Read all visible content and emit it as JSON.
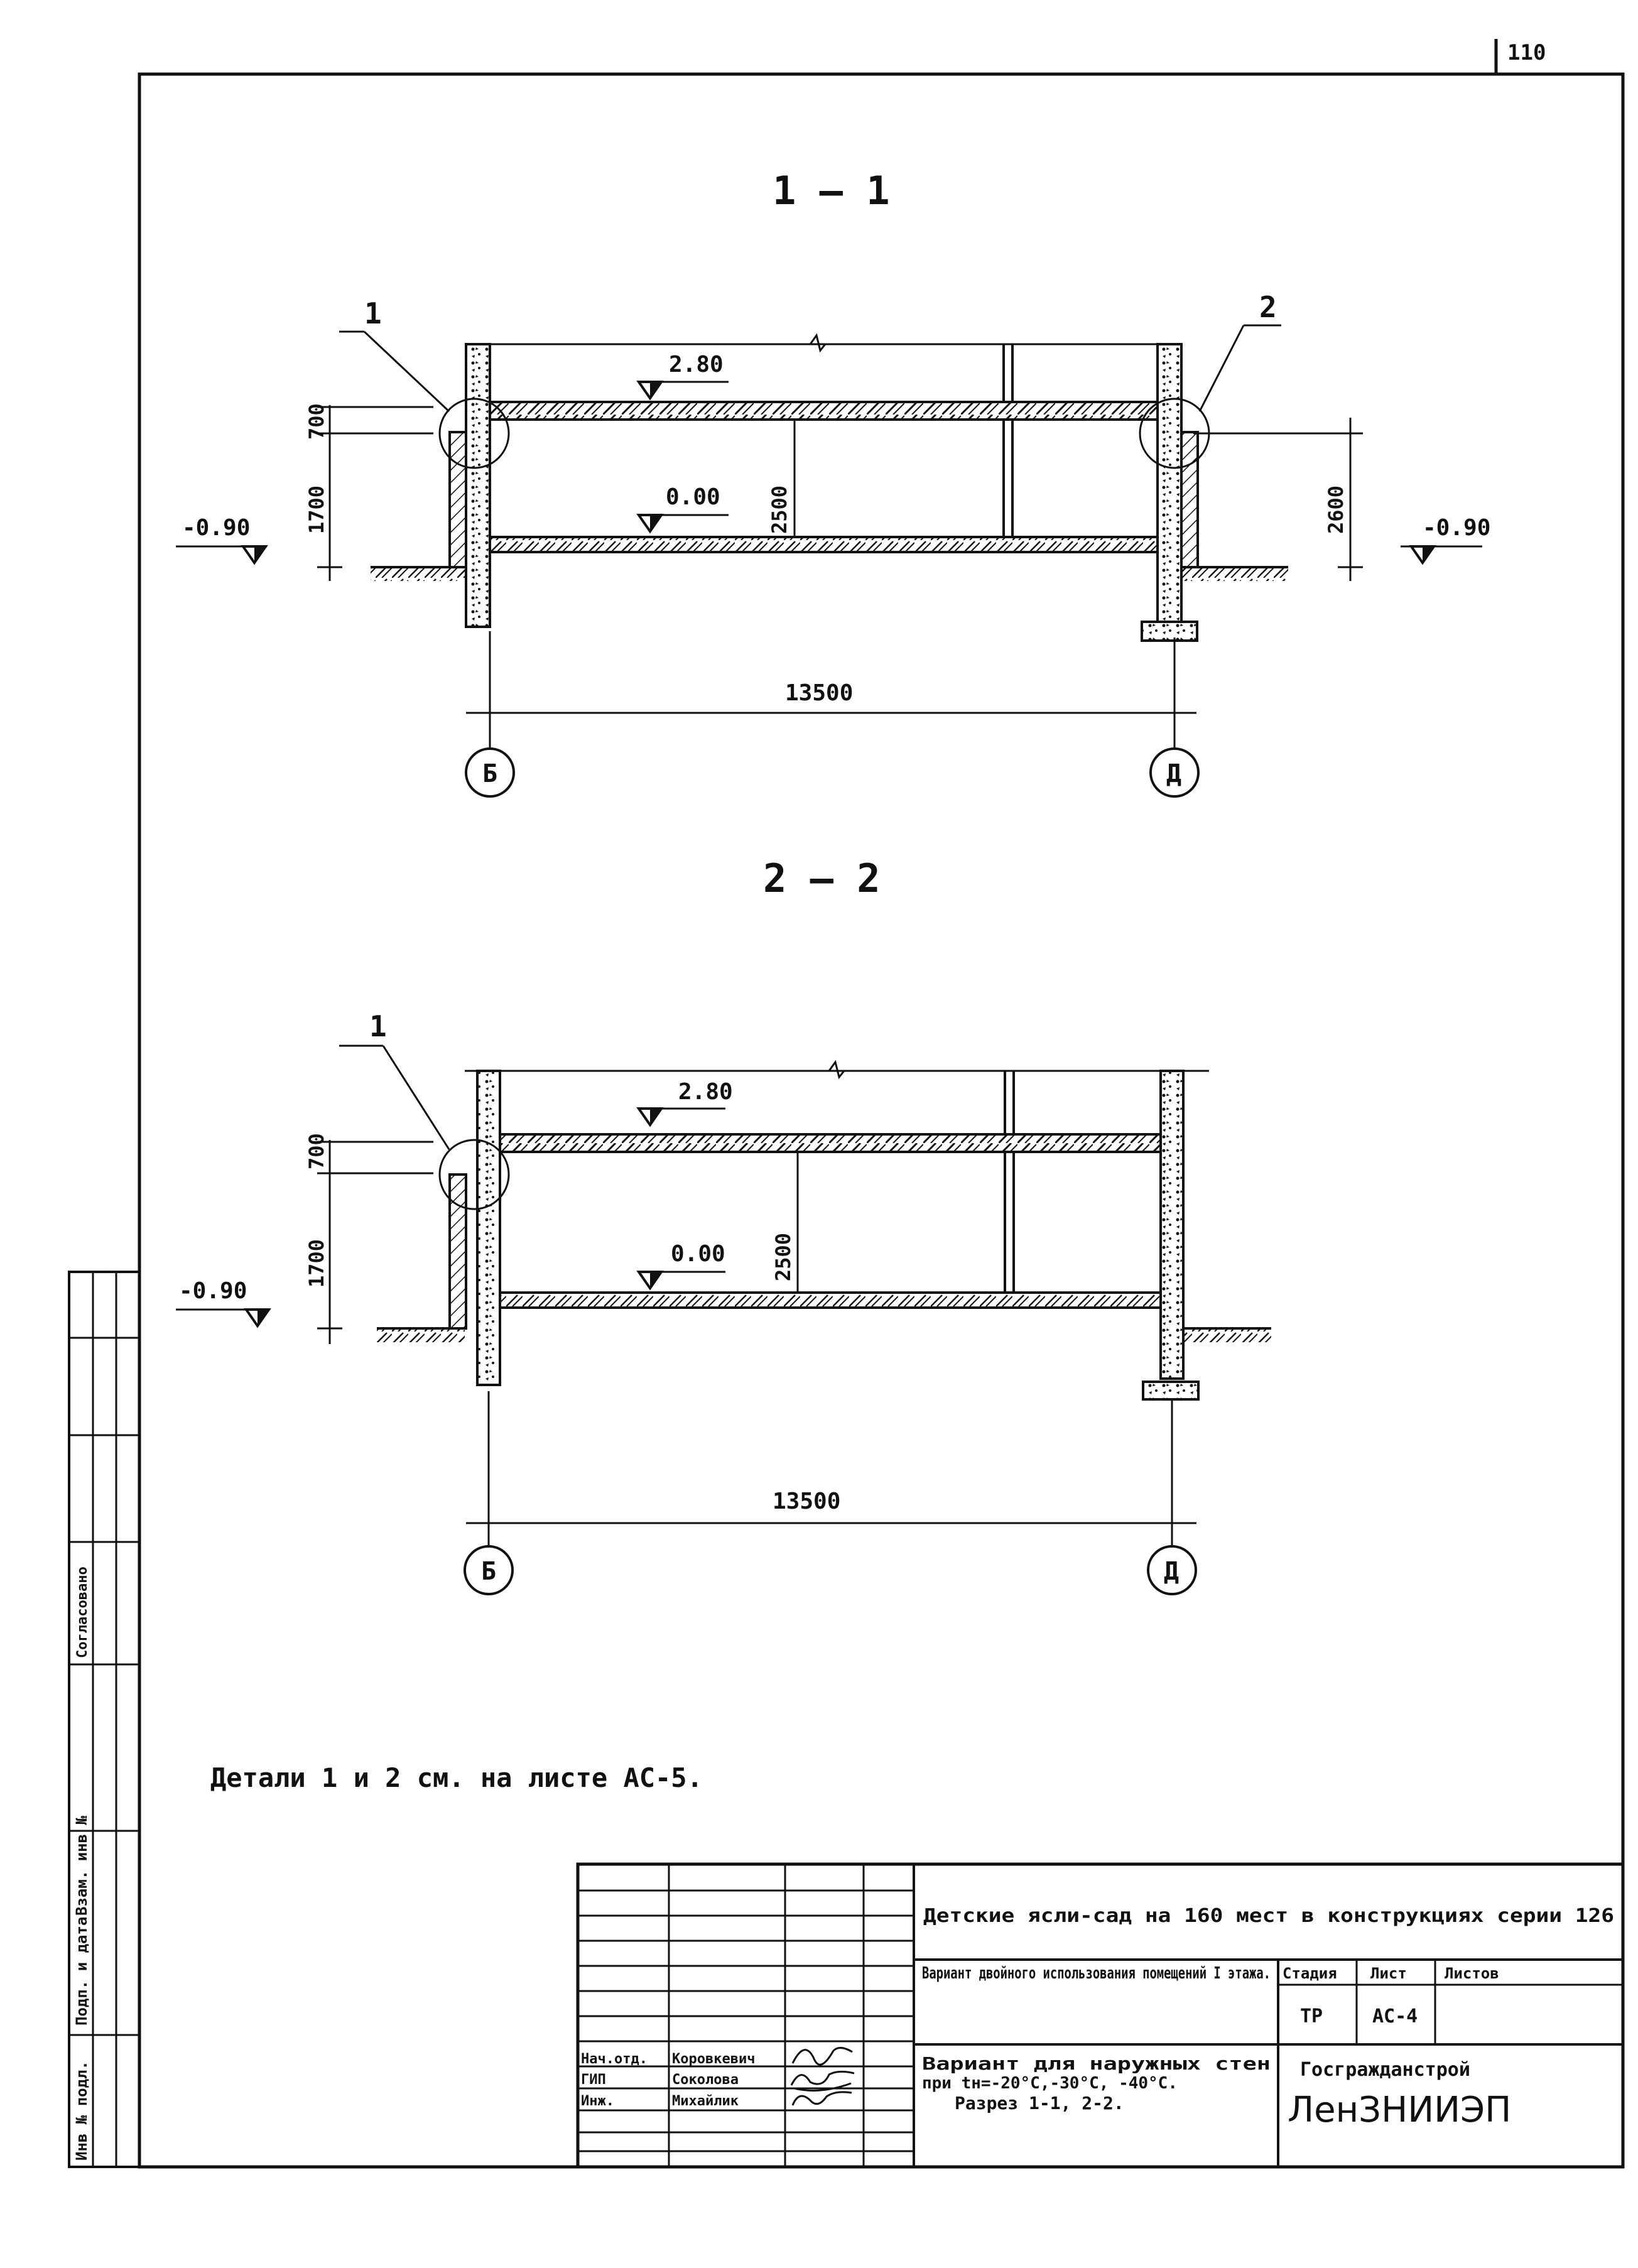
{
  "page_number": "110",
  "section_1": {
    "title": "1 — 1",
    "callout_left": "1",
    "callout_right": "2",
    "level_top": "2.80",
    "level_floor": "0.00",
    "level_ground_left": "-0.90",
    "level_ground_right": "-0.90",
    "dim_700": "700",
    "dim_1700": "1700",
    "dim_2500": "2500",
    "dim_2600": "2600",
    "span": "13500",
    "axis_left": "Б",
    "axis_right": "Д"
  },
  "section_2": {
    "title": "2 — 2",
    "callout_left": "1",
    "level_top": "2.80",
    "level_floor": "0.00",
    "level_ground_left": "-0.90",
    "dim_700": "700",
    "dim_1700": "1700",
    "dim_2500": "2500",
    "span": "13500",
    "axis_left": "Б",
    "axis_right": "Д"
  },
  "note": "Детали 1 и 2 см. на листе АС-5.",
  "side_stamp": {
    "inv_orig": "Инв № подл.",
    "sign_date": "Подп. и дата",
    "inv_replace": "Взам. инв №",
    "extra": "Согласовано"
  },
  "title_block": {
    "project_title": "Детские ясли-сад на 160 мест в конструкциях серии 126",
    "variant_title": "Вариант двойного использования помещений I этажа.",
    "sheet_title_line1": "Вариант для наружных стен",
    "sheet_title_line2": "при tн=-20°С,-30°С, -40°С.",
    "sheet_title_line3": "Разрез 1-1, 2-2.",
    "header_stage": "Стадия",
    "header_sheet": "Лист",
    "header_sheets": "Листов",
    "stage": "ТР",
    "sheet": "АС-4",
    "sheets": "",
    "org_line1": "Госгражданстрой",
    "org_line2": "ЛенЗНИИЭП",
    "people": [
      {
        "role": "Нач.отд.",
        "name": "Коровкевич"
      },
      {
        "role": "ГИП",
        "name": "Соколова"
      },
      {
        "role": "Инж.",
        "name": "Михайлик"
      }
    ]
  }
}
